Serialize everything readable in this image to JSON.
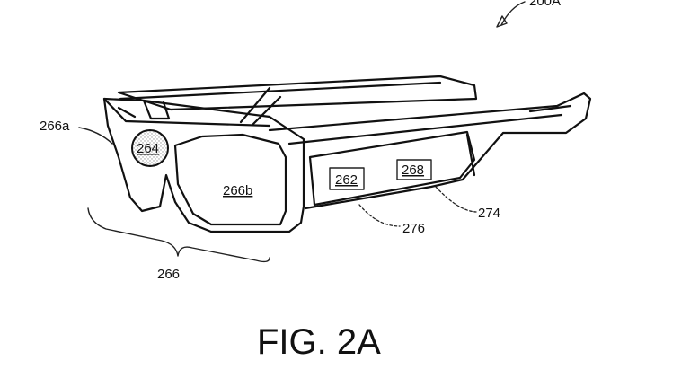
{
  "figure": {
    "caption": "FIG. 2A",
    "reference_label": "200A",
    "labels": {
      "side_display": "266a",
      "camera": "264",
      "lens": "266b",
      "computing_system": "262",
      "sensor": "268",
      "frame_element_a": "274",
      "frame_element_b": "276",
      "lens_frames": "266"
    },
    "colors": {
      "line": "#111111",
      "background": "#ffffff",
      "stipple": "#9a9a9a"
    }
  }
}
